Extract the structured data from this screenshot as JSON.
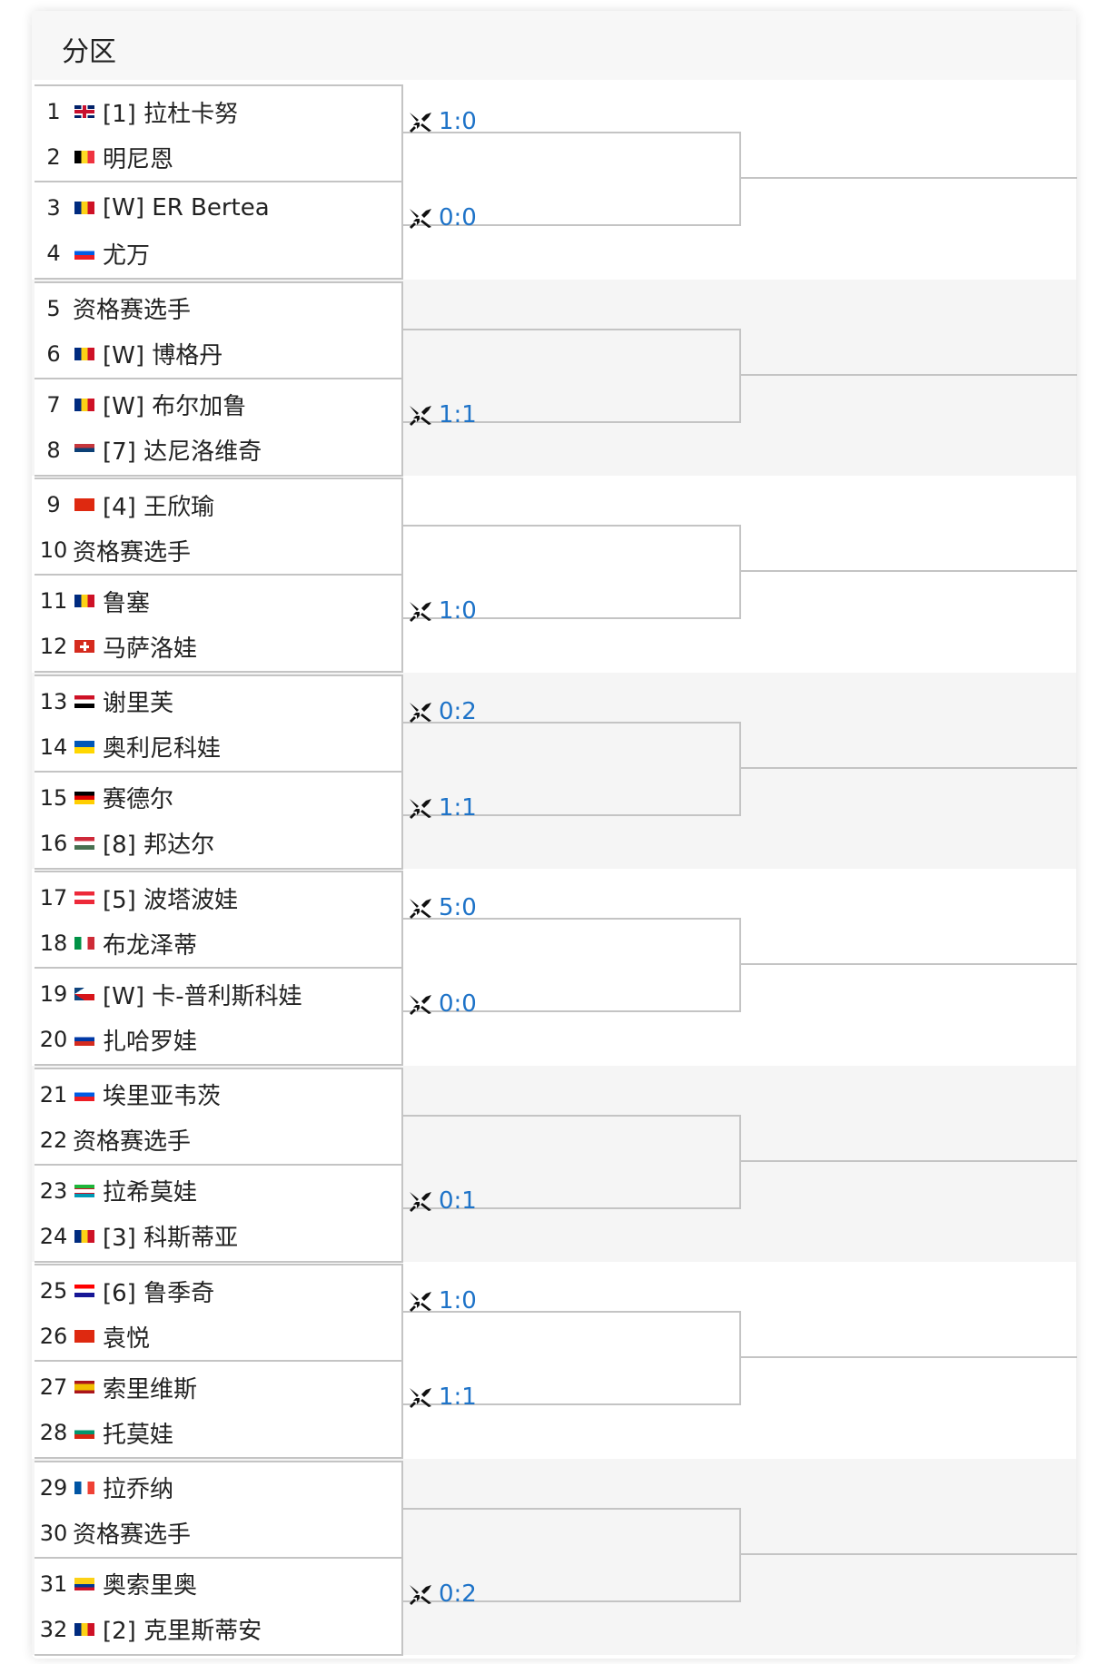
{
  "header": {
    "title": "分区"
  },
  "players": [
    {
      "num": "1",
      "flag": "gb",
      "name": "[1] 拉杜卡努"
    },
    {
      "num": "2",
      "flag": "be",
      "name": "明尼恩"
    },
    {
      "num": "3",
      "flag": "ro",
      "name": "[W] ER Bertea"
    },
    {
      "num": "4",
      "flag": "si",
      "name": "尤万"
    },
    {
      "num": "5",
      "flag": "",
      "name": "资格赛选手"
    },
    {
      "num": "6",
      "flag": "ro",
      "name": "[W] 博格丹"
    },
    {
      "num": "7",
      "flag": "ro",
      "name": "[W] 布尔加鲁"
    },
    {
      "num": "8",
      "flag": "rs",
      "name": "[7] 达尼洛维奇"
    },
    {
      "num": "9",
      "flag": "cn",
      "name": "[4] 王欣瑜"
    },
    {
      "num": "10",
      "flag": "",
      "name": "资格赛选手"
    },
    {
      "num": "11",
      "flag": "ro",
      "name": "鲁塞"
    },
    {
      "num": "12",
      "flag": "ch",
      "name": "马萨洛娃"
    },
    {
      "num": "13",
      "flag": "eg",
      "name": "谢里芙"
    },
    {
      "num": "14",
      "flag": "ua",
      "name": "奥利尼科娃"
    },
    {
      "num": "15",
      "flag": "de",
      "name": "赛德尔"
    },
    {
      "num": "16",
      "flag": "hu",
      "name": "[8] 邦达尔"
    },
    {
      "num": "17",
      "flag": "at",
      "name": "[5] 波塔波娃"
    },
    {
      "num": "18",
      "flag": "it",
      "name": "布龙泽蒂"
    },
    {
      "num": "19",
      "flag": "cz",
      "name": "[W] 卡-普利斯科娃"
    },
    {
      "num": "20",
      "flag": "ru",
      "name": "扎哈罗娃"
    },
    {
      "num": "21",
      "flag": "si",
      "name": "埃里亚韦茨"
    },
    {
      "num": "22",
      "flag": "",
      "name": "资格赛选手"
    },
    {
      "num": "23",
      "flag": "uz",
      "name": "拉希莫娃"
    },
    {
      "num": "24",
      "flag": "ro",
      "name": "[3] 科斯蒂亚"
    },
    {
      "num": "25",
      "flag": "hr",
      "name": "[6] 鲁季奇"
    },
    {
      "num": "26",
      "flag": "cn",
      "name": "袁悦"
    },
    {
      "num": "27",
      "flag": "es",
      "name": "索里维斯"
    },
    {
      "num": "28",
      "flag": "bg",
      "name": "托莫娃"
    },
    {
      "num": "29",
      "flag": "fr",
      "name": "拉乔纳"
    },
    {
      "num": "30",
      "flag": "",
      "name": "资格赛选手"
    },
    {
      "num": "31",
      "flag": "co",
      "name": "奥索里奥"
    },
    {
      "num": "32",
      "flag": "ro",
      "name": "[2] 克里斯蒂安"
    }
  ],
  "scores": [
    {
      "match": 0,
      "value": "1:0"
    },
    {
      "match": 1,
      "value": "0:0"
    },
    {
      "match": 3,
      "value": "1:1"
    },
    {
      "match": 5,
      "value": "1:0"
    },
    {
      "match": 6,
      "value": "0:2"
    },
    {
      "match": 7,
      "value": "1:1"
    },
    {
      "match": 8,
      "value": "5:0"
    },
    {
      "match": 9,
      "value": "0:0"
    },
    {
      "match": 11,
      "value": "0:1"
    },
    {
      "match": 12,
      "value": "1:0"
    },
    {
      "match": 13,
      "value": "1:1"
    },
    {
      "match": 15,
      "value": "0:2"
    }
  ],
  "icons": {
    "score_icon": "swords-icon",
    "score_color": "#1e73c8"
  }
}
